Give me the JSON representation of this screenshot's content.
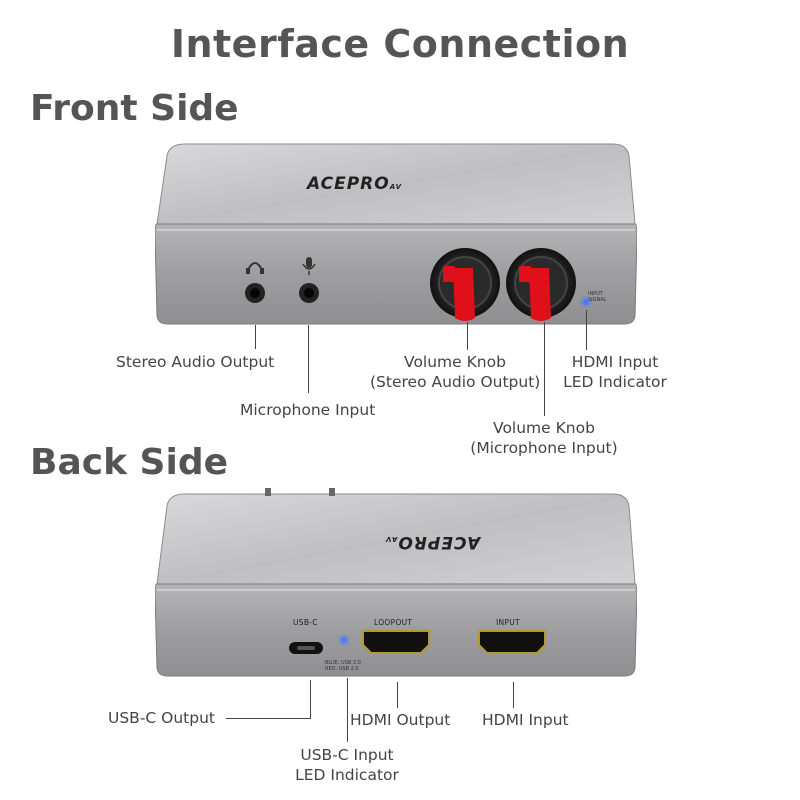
{
  "title": "Interface Connection",
  "front": {
    "heading": "Front Side",
    "brand": "ACEPRO",
    "brand_suffix": "AV",
    "led_label_line1": "INPUT",
    "led_label_line2": "SIGNAL",
    "callouts": {
      "stereo_out": "Stereo Audio Output",
      "mic_in": "Microphone Input",
      "vol_stereo_line1": "Volume Knob",
      "vol_stereo_line2": "(Stereo Audio Output)",
      "vol_mic_line1": "Volume Knob",
      "vol_mic_line2": "(Microphone Input)",
      "hdmi_led_line1": "HDMI Input",
      "hdmi_led_line2": "LED Indicator"
    },
    "knob_colors": {
      "cap": "#e0101a",
      "ring": "#1a1a1a"
    }
  },
  "back": {
    "heading": "Back Side",
    "brand": "ACEPRO",
    "brand_suffix": "AV",
    "ports": {
      "usbc": "USB-C",
      "loopout": "LOOPOUT",
      "input": "INPUT"
    },
    "led_note_line1": "BLUE: USB 3.0",
    "led_note_line2": "RED: USB 2.0",
    "callouts": {
      "usbc_out": "USB-C Output",
      "usbc_led_line1": "USB-C Input",
      "usbc_led_line2": "LED Indicator",
      "hdmi_out": "HDMI Output",
      "hdmi_in": "HDMI Input"
    }
  },
  "colors": {
    "led": "#4a7bff",
    "body": "#a9a9ab"
  }
}
